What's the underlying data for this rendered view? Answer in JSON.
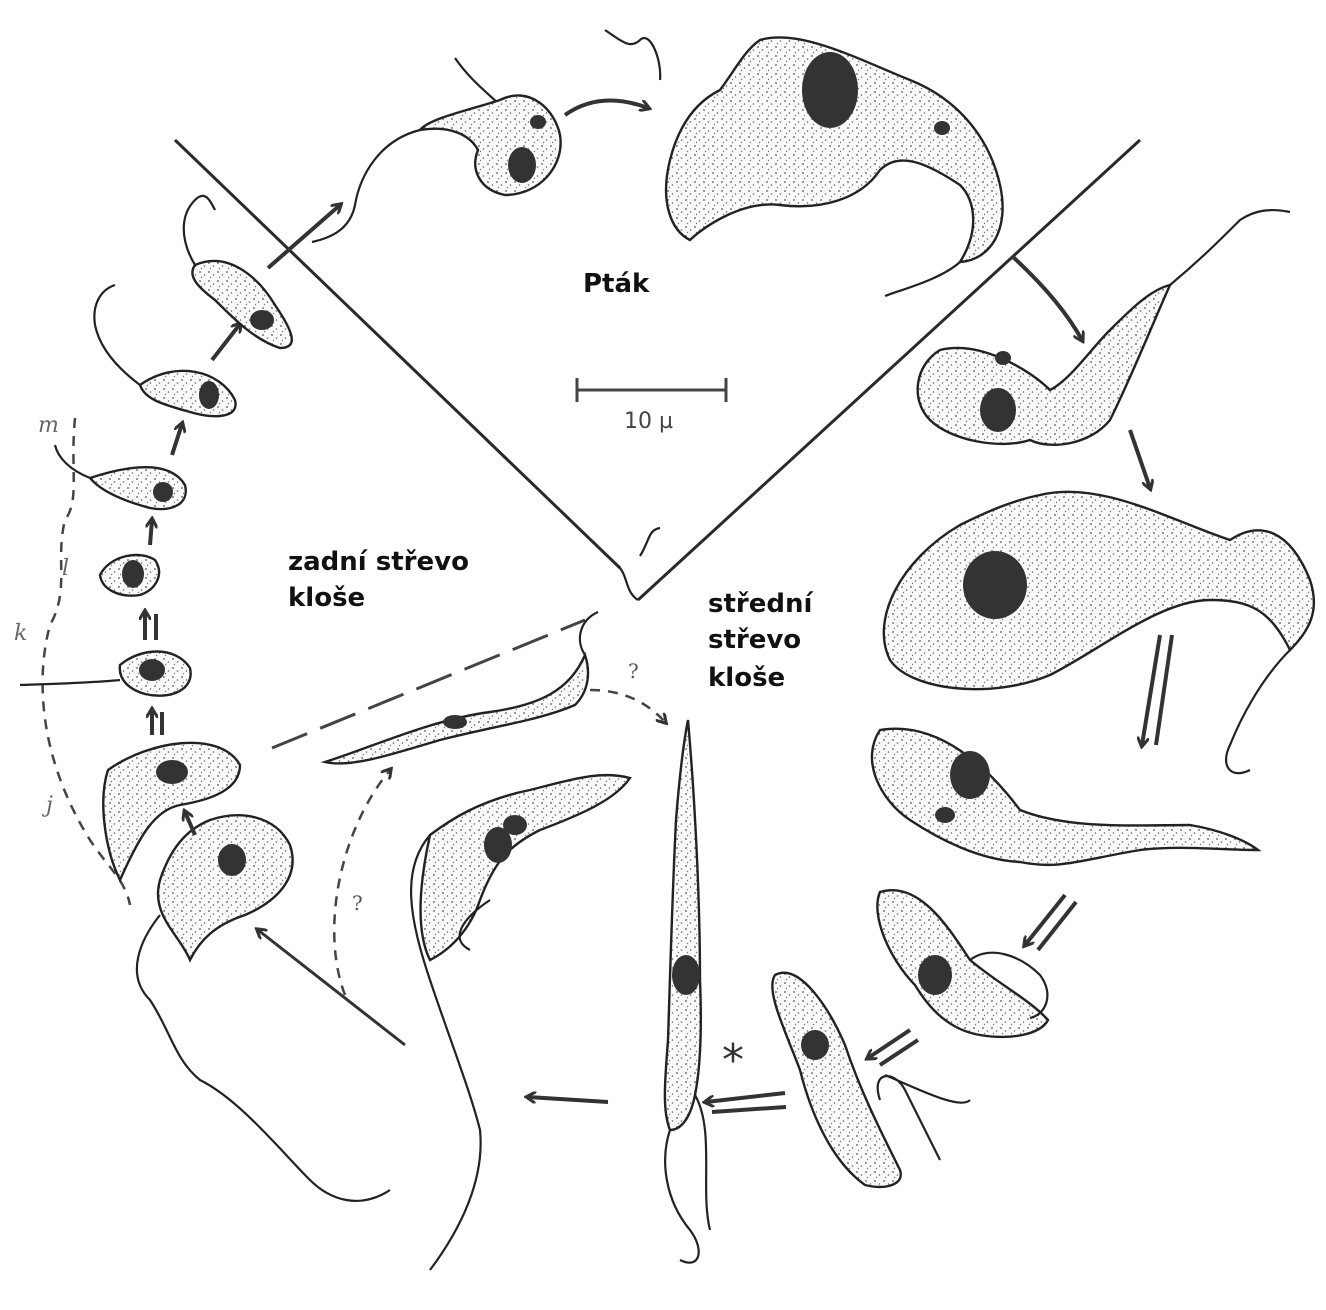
{
  "labels": {
    "bird": "Pták",
    "hindgut_line1": "zadní střevo",
    "hindgut_line2": "kloše",
    "midgut_line1": "střední",
    "midgut_line2": "střevo",
    "midgut_line3": "kloše"
  },
  "scale_bar": {
    "text": "10 µ"
  },
  "letters": {
    "m": "m",
    "l": "l",
    "k": "k",
    "j": "j"
  },
  "marks": {
    "question": "?",
    "asterisk": "*"
  },
  "colors": {
    "ink": "#222222",
    "background": "#ffffff"
  }
}
